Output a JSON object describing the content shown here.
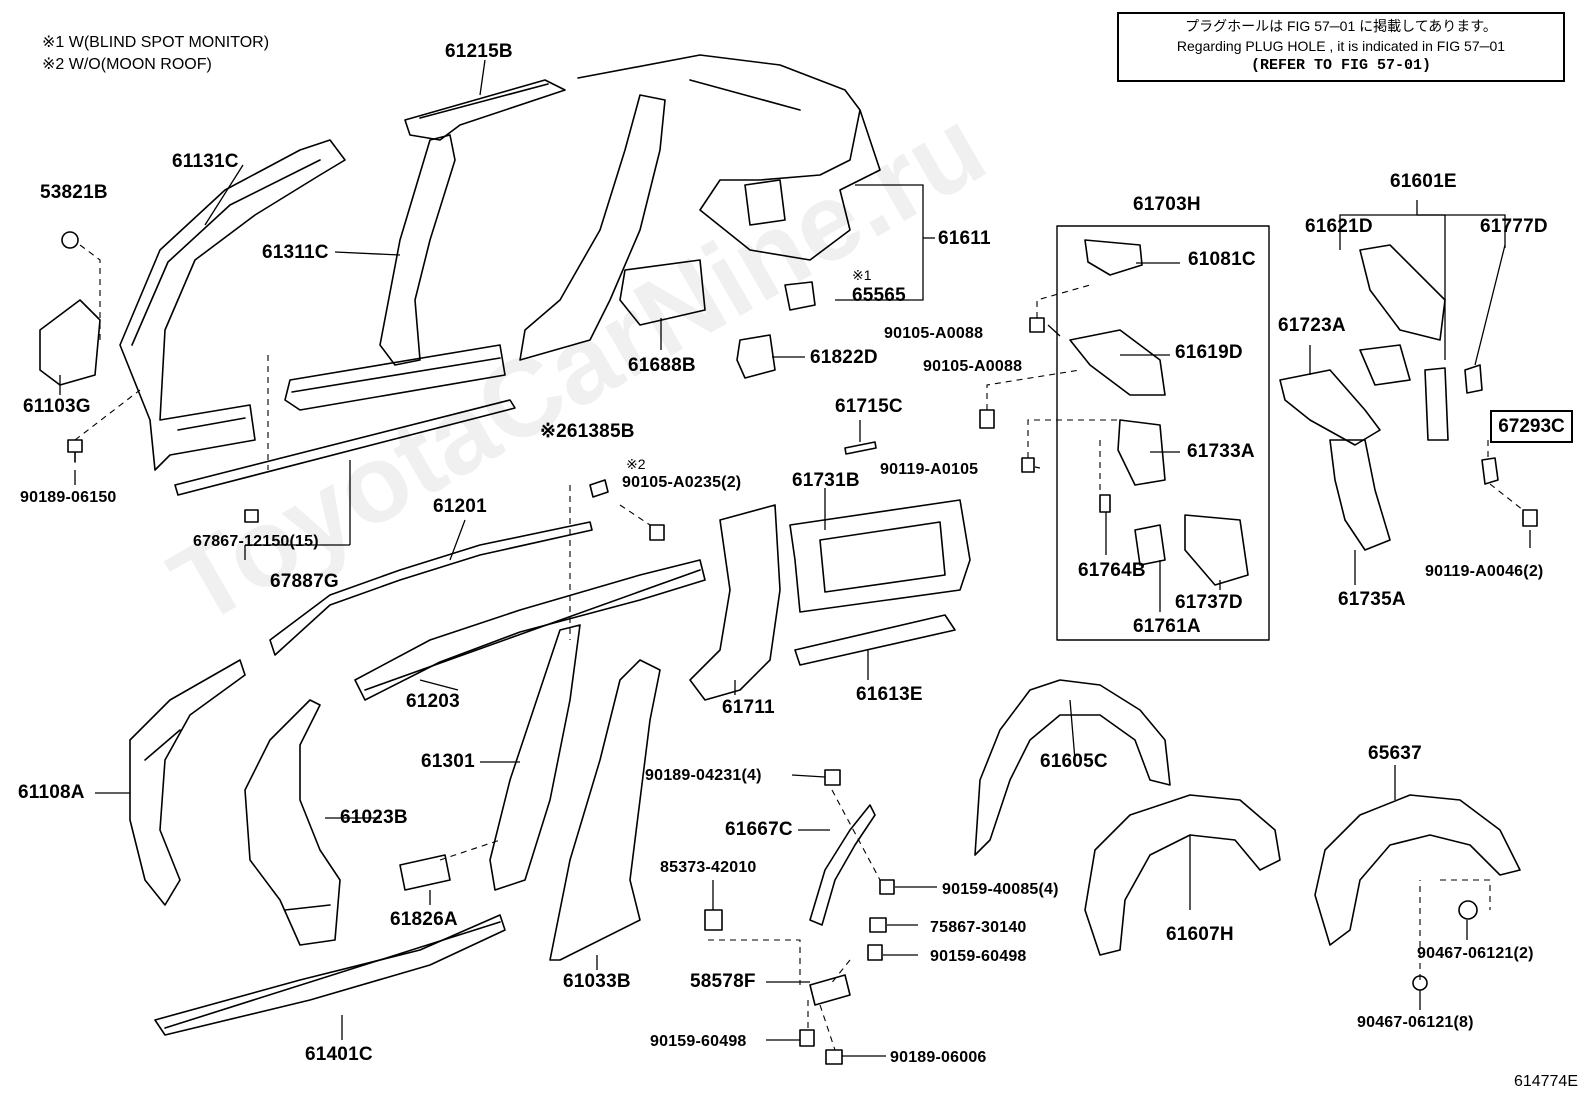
{
  "notes": {
    "line1": "※1 W(BLIND SPOT MONITOR)",
    "line2": "※2 W/O(MOON ROOF)"
  },
  "notice": {
    "jp": "プラグホールは FIG 57─01 に掲載してあります。",
    "en": "Regarding  PLUG  HOLE , it is indicated in FIG  57─01",
    "refer": "(REFER TO FIG 57-01)"
  },
  "watermark": "ToyotaCarNine.ru",
  "figure_number": "614774E",
  "highlighted_part": "67293C",
  "parts": {
    "p61215B": "61215B",
    "p61131C": "61131C",
    "p53821B": "53821B",
    "p61311C": "61311C",
    "p61611": "61611",
    "m1_65565": "※1",
    "p65565": "65565",
    "p61688B": "61688B",
    "p61822D": "61822D",
    "p61103G": "61103G",
    "p90189_06150": "90189-06150",
    "p67867": "67867-12150(15)",
    "p67887G": "67887G",
    "p61385B": "※261385B",
    "m2_90105": "※2",
    "p90105_0235": "90105-A0235(2)",
    "p61201": "61201",
    "p61715C": "61715C",
    "p61731B": "61731B",
    "p61703H": "61703H",
    "p61081C": "61081C",
    "p90105_0088a": "90105-A0088",
    "p90105_0088b": "90105-A0088",
    "p61619D": "61619D",
    "p90119_0105": "90119-A0105",
    "p61733A": "61733A",
    "p61764B": "61764B",
    "p61737D": "61737D",
    "p61761A": "61761A",
    "p61601E": "61601E",
    "p61621D": "61621D",
    "p61777D": "61777D",
    "p61723A": "61723A",
    "p90119_0046": "90119-A0046(2)",
    "p61735A": "61735A",
    "p61203": "61203",
    "p61711": "61711",
    "p61613E": "61613E",
    "p61301": "61301",
    "p61108A": "61108A",
    "p61023B": "61023B",
    "p61826A": "61826A",
    "p61033B": "61033B",
    "p61401C": "61401C",
    "p90189_04231": "90189-04231(4)",
    "p61667C": "61667C",
    "p85373": "85373-42010",
    "p90159_40085": "90159-40085(4)",
    "p75867": "75867-30140",
    "p90159_60498a": "90159-60498",
    "p58578F": "58578F",
    "p90159_60498b": "90159-60498",
    "p90189_06006": "90189-06006",
    "p61605C": "61605C",
    "p61607H": "61607H",
    "p65637": "65637",
    "p90467_2": "90467-06121(2)",
    "p90467_8": "90467-06121(8)"
  }
}
